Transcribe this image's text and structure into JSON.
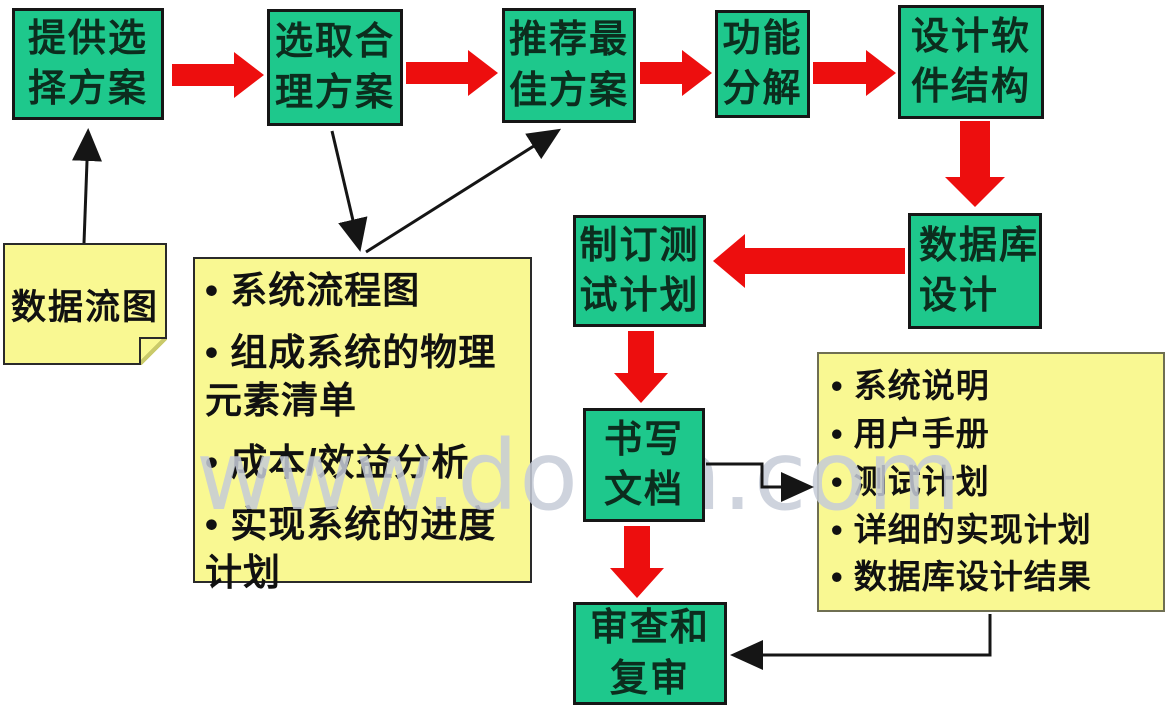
{
  "watermark": {
    "text": "www.docin.com"
  },
  "colors": {
    "green": "#1ec88c",
    "yellow": "#f9f892",
    "red": "#ed0e0e",
    "line": "#151515"
  },
  "nodes": {
    "provide_options": {
      "label": "提供选\n择方案"
    },
    "select_reasonable": {
      "label": "选取合\n理方案"
    },
    "recommend_best": {
      "label": "推荐最\n佳方案"
    },
    "function_decomposition": {
      "label": "功能\n分解"
    },
    "design_software_structure": {
      "label": "设计软\n件结构"
    },
    "database_design": {
      "label": "数据库\n设计"
    },
    "make_test_plan": {
      "label": "制订测\n试计划"
    },
    "write_documents": {
      "label": "书写\n文档"
    },
    "review_and_recheck": {
      "label": "审查和\n复审"
    },
    "dataflow_diagram_note": {
      "label": "数据流图"
    }
  },
  "physical_design_deliverables": {
    "items": [
      "系统流程图",
      "组成系统的物理元素清单",
      "成本/效益分析",
      "实现系统的进度计划"
    ]
  },
  "documentation_deliverables": {
    "items": [
      "系统说明",
      "用户手册",
      "测试计划",
      "详细的实现计划",
      "数据库设计结果"
    ]
  }
}
